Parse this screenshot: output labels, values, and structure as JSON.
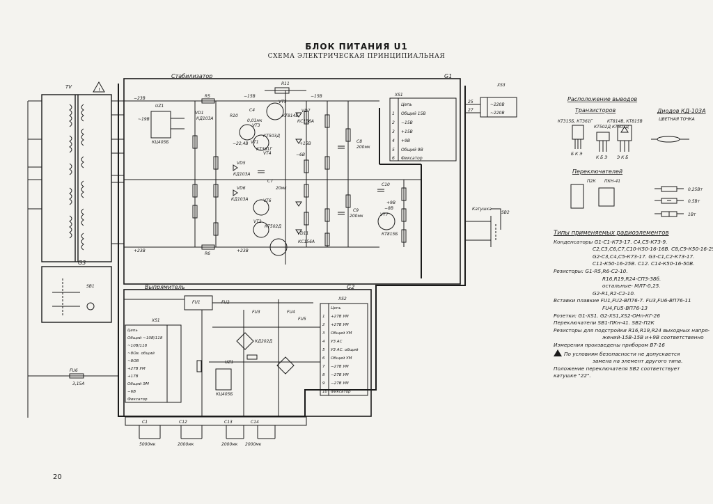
{
  "header": {
    "title": "БЛОК ПИТАНИЯ U1",
    "subtitle": "СХЕМА ЭЛЕКТРИЧЕСКАЯ ПРИНЦИПИАЛЬНАЯ"
  },
  "page_number": "20",
  "blocks": {
    "stabilizer": {
      "name": "Стабилизатор",
      "ref": "G1"
    },
    "rectifier": {
      "name": "Выпрямитель",
      "ref": "G2"
    },
    "g3": {
      "ref": "G3"
    },
    "transformer": {
      "ref": "TV"
    }
  },
  "components": {
    "uz1_top": "UZ1",
    "uz1_top_type": "КЦ405Б",
    "uz1_bot": "UZ1",
    "uz1_bot_type": "КЦ405Б",
    "vt5": "VT5",
    "vt5_type": "КТ814Б",
    "vt3": "VT3",
    "vt3_type": "КТ503Д",
    "vt1": "VT1",
    "vt4": "VT4",
    "vt4_type": "КТ361Г",
    "vt6": "VT6",
    "vt2": "VT2",
    "vt2_type": "КТ502Д",
    "vt7": "VT7",
    "vt7_type": "КТ815Б",
    "r11": "R11",
    "r5": "R5",
    "r10": "R10",
    "r6": "R6",
    "c4": "C4",
    "c4_val": "0,01мк",
    "c7": "C7",
    "c7_val": "20мк",
    "c8": "C8",
    "c8_val": "200мк",
    "c9": "C9",
    "c9_val": "200мк",
    "c10": "C10",
    "vd1": "VD1",
    "vd1_type": "КД103А",
    "vd7": "VD7",
    "vd7_type": "КС156А",
    "vd5": "VD5",
    "vd5_type": "КД103А",
    "vd6": "VD6",
    "vd6_type": "КД103А",
    "vd11": "VD11",
    "vd11_type": "КС156А",
    "fu1": "FU1",
    "fu2": "FU2",
    "fu3": "FU3",
    "fu4": "FU4",
    "fu5": "FU5",
    "fu6": "FU6",
    "fu6_val": "3,15А",
    "c1": "C1",
    "c1_val": "5000мк",
    "c12": "C12",
    "c12_val": "2000мк",
    "c13": "C13",
    "c13_val": "2000мк",
    "c14": "C14",
    "c14_val": "2000мк",
    "kd202": "КД202Д",
    "sb1": "SB1",
    "sb2": "SB2",
    "coil_label": "Катушка"
  },
  "voltages": {
    "m23": "−23В",
    "m19": "~19В",
    "m15": "−15В",
    "m15b": "−15В",
    "p15": "+15В",
    "m22": "−22,4В",
    "p23": "+23В",
    "p23b": "+23В",
    "m6": "−6В",
    "p9": "+9В",
    "m8": "−8В"
  },
  "xs1": {
    "ref": "XS1",
    "rows": [
      {
        "n": "",
        "label": "Цепь"
      },
      {
        "n": "1",
        "label": "Общий 15В"
      },
      {
        "n": "2",
        "label": "−15В"
      },
      {
        "n": "3",
        "label": "+15В"
      },
      {
        "n": "4",
        "label": "+9В"
      },
      {
        "n": "5",
        "label": "Общий 9В"
      },
      {
        "n": "6",
        "label": "Фиксатор"
      }
    ]
  },
  "xs3": {
    "ref": "XS3",
    "rows": [
      {
        "n": "25",
        "label": "~220В"
      },
      {
        "n": "27",
        "label": "~220В"
      }
    ]
  },
  "xs2": {
    "ref": "XS2",
    "rows": [
      {
        "n": "",
        "label": "Цепь"
      },
      {
        "n": "1",
        "label": "+27В УМ"
      },
      {
        "n": "2",
        "label": "+27В УМ"
      },
      {
        "n": "3",
        "label": "Общий УМ"
      },
      {
        "n": "4",
        "label": "УЗ АС"
      },
      {
        "n": "5",
        "label": "УЗ АС. общий"
      },
      {
        "n": "6",
        "label": "Общий УМ"
      },
      {
        "n": "7",
        "label": "−27В УМ"
      },
      {
        "n": "8",
        "label": "−27В УМ"
      },
      {
        "n": "9",
        "label": "−27В УМ"
      },
      {
        "n": "10",
        "label": "Фиксатор"
      }
    ]
  },
  "xs1b": {
    "ref": "XS1",
    "rows": [
      {
        "n": "",
        "label": "Цепь"
      },
      {
        "n": "",
        "label": "Общий ~10В/118"
      },
      {
        "n": "",
        "label": "~10В/118"
      },
      {
        "n": "",
        "label": "~8Ов. общий"
      },
      {
        "n": "",
        "label": "~8ОВ"
      },
      {
        "n": "",
        "label": "+27В УМ"
      },
      {
        "n": "",
        "label": "+17В"
      },
      {
        "n": "",
        "label": "Общий ЭМ"
      },
      {
        "n": "",
        "label": "−6В"
      },
      {
        "n": "",
        "label": "Фиксатор"
      }
    ]
  },
  "notes": {
    "pinout_title": "Расположение выводов",
    "transistors_title": "Транзисторов",
    "transistor_groups": [
      "КТ315Б, КТ361Г",
      "КТ502Д КТ503Д",
      "КТ814В, КТ815В"
    ],
    "transistor_pins": [
      "Б К Э",
      "К Б Э",
      "Э К Б"
    ],
    "diodes_title": "Диодов КД-103А",
    "diode_note": "ЦВЕТНАЯ ТОЧКА",
    "switches_title": "Переключателей",
    "switch_p2k": "П2К",
    "switch_pkn": "ПКН-41",
    "res_025": "0,25Вт",
    "res_05": "0,5Вт",
    "res_1": "1Вт"
  },
  "types": {
    "title": "Типы применяемых радиоэлементов",
    "lines": [
      "Конденсаторы  G1-C1-К73-17.  C4,C5-К73-9.",
      "C2,C3,C6,C7,C10-К50-16-16В.  C8,C9-К50-16-25В.",
      "G2-C3,C4,C5-К73-17.  G3-C1,C2-К73-17.",
      "C11-К50-16-25В.  C12.  C14-К50-16-50В.",
      "Резисторы:  G1-R5,R6-C2-10.",
      "R16,R19,R24-СП3-38б.",
      "остальные-  МЛТ-0,25.",
      "G2-R1,R2-C2-10.",
      "Вставки плавкие FU1,FU2-ВП76-7.  FU3,FU6-ВП76-11",
      "FU4,FU5-ВП76-13",
      "Розетки:  G1-XS1.  G2-XS1,XS2-ОНп-КГ-26",
      "Переключатели  SB1-ПКн-41.  SB2-П2К",
      "Резисторы для подстройки R16,R19,R24 выходных напря-",
      "жений-15В-15В и+9В соответственно",
      "Измерения произведены прибором В7-16"
    ],
    "warning_line1": "По условиям  безопасности не допускается",
    "warning_line2": "замена на элемент другого типа.",
    "sb2_line1": "Положение переключателя SB2 соответствует",
    "sb2_line2": "катушке \"22\"."
  }
}
